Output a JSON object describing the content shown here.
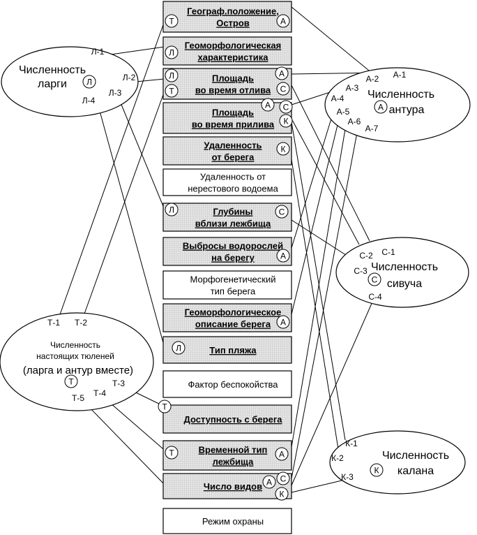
{
  "factors": [
    {
      "lines": [
        "Географ.положение,",
        "Остров"
      ],
      "hatched": true
    },
    {
      "lines": [
        "Геоморфологическая",
        "характеристика"
      ],
      "hatched": true
    },
    {
      "lines": [
        "Площадь",
        "во время отлива"
      ],
      "hatched": true
    },
    {
      "lines": [
        "Площадь",
        "во время прилива"
      ],
      "hatched": true
    },
    {
      "lines": [
        "Удаленность",
        "от берега"
      ],
      "hatched": true
    },
    {
      "lines": [
        "Удаленность от",
        "нерестового водоема"
      ],
      "hatched": false
    },
    {
      "lines": [
        "Глубины",
        "вблизи лежбища"
      ],
      "hatched": true
    },
    {
      "lines": [
        "Выбросы водорослей",
        "на берегу"
      ],
      "hatched": true
    },
    {
      "lines": [
        "Морфогенетический",
        "тип берега"
      ],
      "hatched": false
    },
    {
      "lines": [
        "Геоморфологическое",
        "описание берега"
      ],
      "hatched": true
    },
    {
      "lines": [
        "Тип пляжа"
      ],
      "hatched": true
    },
    {
      "lines": [
        "Фактор беспокойства"
      ],
      "hatched": false
    },
    {
      "lines": [
        "Доступность с берега"
      ],
      "hatched": true
    },
    {
      "lines": [
        "Временной тип",
        "лежбища"
      ],
      "hatched": true
    },
    {
      "lines": [
        "Число видов"
      ],
      "hatched": true
    },
    {
      "lines": [
        "Режим охраны"
      ],
      "hatched": false
    }
  ],
  "species": {
    "larga": {
      "lines": [
        "Численность",
        "ларги"
      ],
      "code": "Л",
      "ports": [
        "Л-1",
        "Л-2",
        "Л-3",
        "Л-4"
      ]
    },
    "antur": {
      "lines": [
        "Численность",
        "антура"
      ],
      "code": "А",
      "ports": [
        "А-1",
        "А-2",
        "А-3",
        "А-4",
        "А-5",
        "А-6",
        "А-7"
      ]
    },
    "sivuch": {
      "lines": [
        "Численность",
        "сивуча"
      ],
      "code": "С",
      "ports": [
        "С-1",
        "С-2",
        "С-3",
        "С-4"
      ]
    },
    "kalan": {
      "lines": [
        "Численность",
        "калана"
      ],
      "code": "К",
      "ports": [
        "К-1",
        "К-2",
        "К-3"
      ]
    },
    "tyuleni": {
      "lines": [
        "Численность",
        "настоящих тюленей",
        "(ларга и антур вместе)"
      ],
      "code": "Т",
      "ports": [
        "Т-1",
        "Т-2",
        "Т-3",
        "Т-4",
        "Т-5"
      ]
    }
  },
  "markers": {
    "T": "Т",
    "L": "Л",
    "A": "А",
    "S": "С",
    "K": "К"
  }
}
